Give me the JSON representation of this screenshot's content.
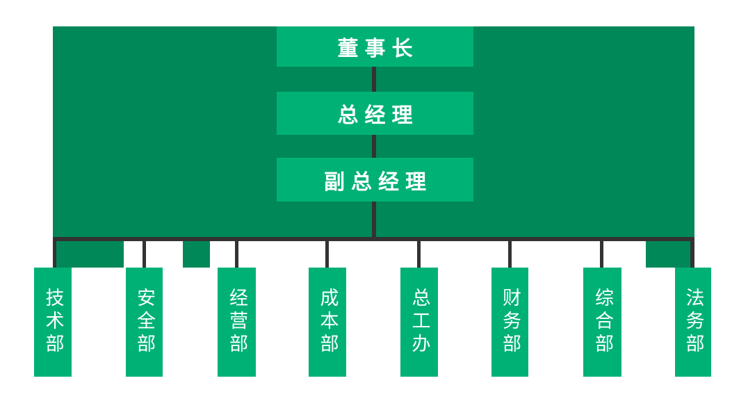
{
  "diagram": {
    "title": "company-org-chart",
    "type": "org-chart",
    "colors": {
      "panel_green": "#008858",
      "node_green": "#00B176",
      "connector": "#333333",
      "text": "#FFFFFF",
      "page_background": "#FFFFFF"
    },
    "hierarchy": [
      {
        "id": "chairman",
        "label": "董事长"
      },
      {
        "id": "general-manager",
        "label": "总经理"
      },
      {
        "id": "deputy-general-manager",
        "label": "副总经理"
      }
    ],
    "departments": [
      {
        "id": "technology",
        "label": "技术部"
      },
      {
        "id": "safety",
        "label": "安全部"
      },
      {
        "id": "operations",
        "label": "经营部"
      },
      {
        "id": "cost",
        "label": "成本部"
      },
      {
        "id": "chief-engineer-office",
        "label": "总工办"
      },
      {
        "id": "finance",
        "label": "财务部"
      },
      {
        "id": "general-affairs",
        "label": "综合部"
      },
      {
        "id": "legal",
        "label": "法务部"
      }
    ]
  }
}
